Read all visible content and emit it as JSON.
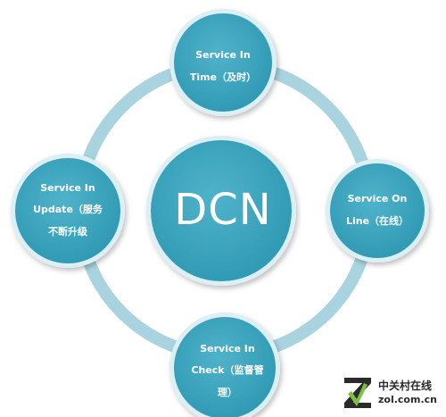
{
  "colors": {
    "ring": "#a9d4df",
    "node_fill": "#3ea8c1",
    "node_stroke": "#d7eef4",
    "text": "#ffffff"
  },
  "center": {
    "label": "DCN"
  },
  "nodes": {
    "top": {
      "lines": [
        "Service In",
        "Time（及时）"
      ]
    },
    "right": {
      "lines": [
        "Service On",
        "Line（在线）"
      ]
    },
    "bottom": {
      "lines": [
        "Service In",
        "Check（监督管",
        "理）"
      ]
    },
    "left": {
      "lines": [
        "Service In",
        "Update（服务",
        "不断升级"
      ]
    }
  },
  "watermark": {
    "logo_icon": "zol-z-logo-icon",
    "name": "中关村在线",
    "url": "zol.com.cn"
  }
}
